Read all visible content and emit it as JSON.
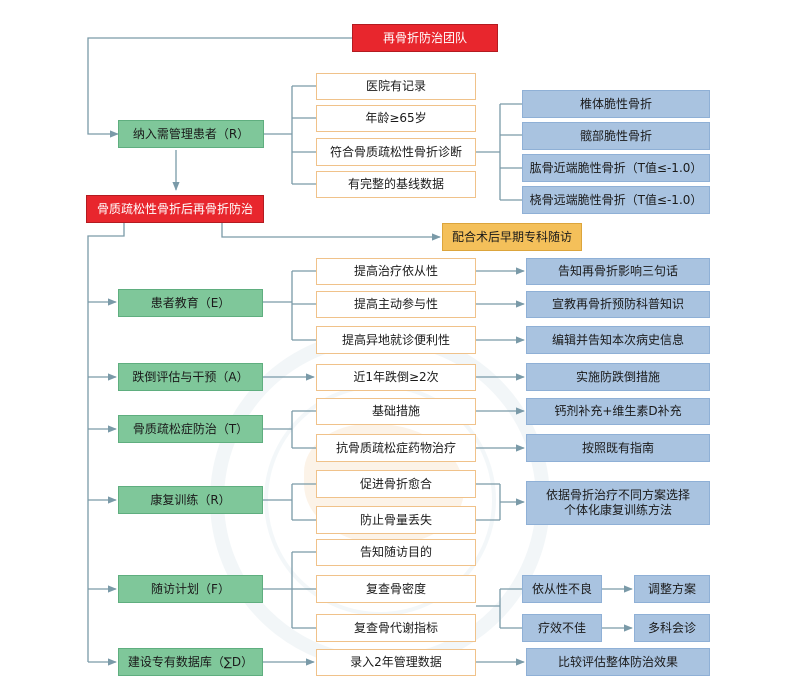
{
  "title": "再骨折防治团队",
  "criteria": {
    "head": "纳入需管理患者（R）",
    "items": [
      "医院有记录",
      "年龄≥65岁",
      "符合骨质疏松性骨折诊断",
      "有完整的基线数据"
    ],
    "fractures": [
      "椎体脆性骨折",
      "髋部脆性骨折",
      "肱骨近端脆性骨折（T值≤-1.0）",
      "桡骨远端脆性骨折（T值≤-1.0）"
    ]
  },
  "program": "骨质疏松性骨折后再骨折防治",
  "followup_badge": "配合术后早期专科随访",
  "education": {
    "head": "患者教育（E）",
    "items": [
      "提高治疗依从性",
      "提高主动参与性",
      "提高异地就诊便利性"
    ],
    "actions": [
      "告知再骨折影响三句话",
      "宣教再骨折预防科普知识",
      "编辑并告知本次病史信息"
    ]
  },
  "falls": {
    "head": "跌倒评估与干预（A）",
    "item": "近1年跌倒≥2次",
    "action": "实施防跌倒措施"
  },
  "treatment": {
    "head": "骨质疏松症防治（T）",
    "items": [
      "基础措施",
      "抗骨质疏松症药物治疗"
    ],
    "actions": [
      "钙剂补充+维生素D补充",
      "按照既有指南"
    ]
  },
  "rehab": {
    "head": "康复训练（R）",
    "items": [
      "促进骨折愈合",
      "防止骨量丢失"
    ],
    "action_lines": [
      "依据骨折治疗不同方案选择",
      "个体化康复训练方法"
    ]
  },
  "plan": {
    "head": "随访计划（F）",
    "items": [
      "告知随访目的",
      "复查骨密度",
      "复查骨代谢指标"
    ],
    "issues": [
      "依从性不良",
      "疗效不佳"
    ],
    "responses": [
      "调整方案",
      "多科会诊"
    ]
  },
  "database": {
    "head": "建设专有数据库（∑D）",
    "item": "录入2年管理数据",
    "action": "比较评估整体防治效果"
  },
  "colors": {
    "red": "#e8262d",
    "green": "#7fc79a",
    "blue": "#a9c3e0",
    "gold": "#f4c05a",
    "line": "#7a9aa8"
  }
}
